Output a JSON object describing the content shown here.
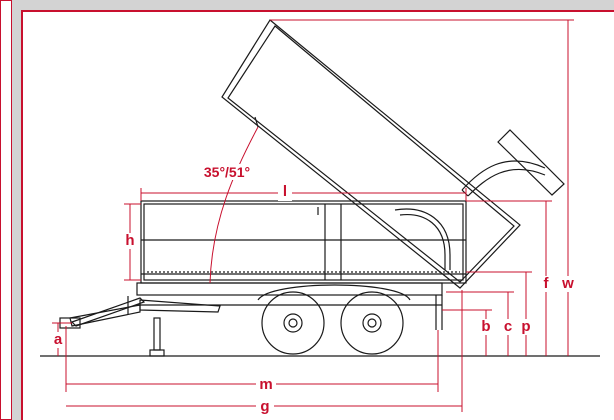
{
  "colors": {
    "accent": "#c8102e",
    "line": "#1a1a1a",
    "background": "#d3d3d3",
    "panel": "#ffffff"
  },
  "labels": {
    "angle": "35°/51°",
    "l": "l",
    "h": "h",
    "f": "f",
    "w": "w",
    "p": "p",
    "c": "c",
    "b": "b",
    "a": "a",
    "m": "m",
    "g": "g"
  }
}
